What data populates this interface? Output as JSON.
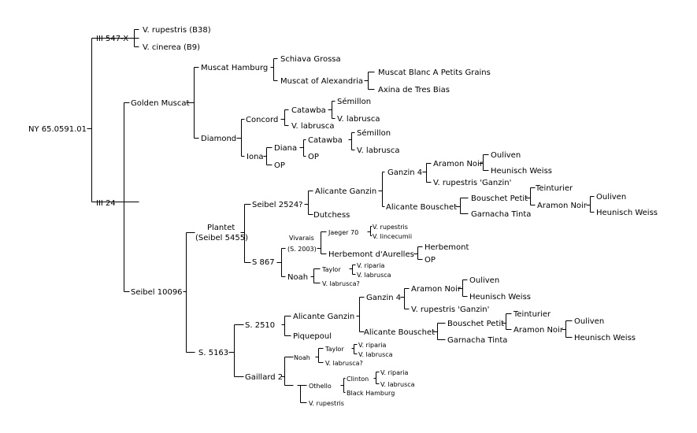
{
  "diagram": {
    "type": "pedigree-tree",
    "nodes": {
      "root": "NY 65.0591.01",
      "iii547x": "III 547-X",
      "rupestris_b38": "V. rupestris (B38)",
      "cinerea_b9": "V. cinerea (B9)",
      "golden_muscat": "Golden Muscat",
      "muscat_hamburg": "Muscat Hamburg",
      "schiava_grossa": "Schiava Grossa",
      "muscat_alexandria": "Muscat of Alexandria",
      "muscat_blanc": "Muscat Blanc A Petits Grains",
      "axina": "Axina de Tres Bias",
      "diamond": "Diamond",
      "concord": "Concord",
      "catawba1": "Catawba",
      "semillon1": "Sémillon",
      "labrusca1": "V. labrusca",
      "labrusca2": "V. labrusca",
      "iona": "Iona",
      "diana": "Diana",
      "catawba2": "Catawba",
      "semillon2": "Sémillon",
      "labrusca3": "V. labrusca",
      "op1": "OP",
      "op2": "OP",
      "iii24": "III 24",
      "plantet_l1": "Plantet",
      "plantet_l2": "(Seibel 5455)",
      "seibel2524": "Seibel 2524?",
      "alicante_ganzin1": "Alicante Ganzin",
      "ganzin4_1": "Ganzin 4",
      "aramon_noir1": "Aramon Noir",
      "ouliven1": "Ouliven",
      "heunisch1": "Heunisch Weiss",
      "rupestris_ganzin1": "V. rupestris 'Ganzin'",
      "alicante_bouschet1": "Alicante Bouschet",
      "bouschet_petit1": "Bouschet Petit",
      "teinturier1": "Teinturier",
      "aramon_noir2": "Aramon Noir",
      "ouliven2": "Ouliven",
      "heunisch2": "Heunisch Weiss",
      "garnacha1": "Garnacha Tinta",
      "dutchess": "Dutchess",
      "s867": "S 867",
      "vivarais_l1": "Vivarais",
      "vivarais_l2": "(S. 2003)",
      "jaeger70": "Jaeger 70",
      "rupestris2": "V. rupestris",
      "lincecumii": "V. lincecumii",
      "herbemont_aurelles": "Herbemont d'Aurelles",
      "herbemont": "Herbemont",
      "op3": "OP",
      "noah1": "Noah",
      "taylor1": "Taylor",
      "riparia1": "V. riparia",
      "labrusca4": "V. labrusca",
      "labrusca_q1": "V. labrusca?",
      "seibel10096": "Seibel 10096",
      "s5163": "S. 5163",
      "s2510": "S. 2510",
      "alicante_ganzin2": "Alicante Ganzin",
      "ganzin4_2": "Ganzin 4",
      "aramon_noir3": "Aramon Noir",
      "ouliven3": "Ouliven",
      "heunisch3": "Heunisch Weiss",
      "rupestris_ganzin2": "V. rupestris 'Ganzin'",
      "alicante_bouschet2": "Alicante Bouschet",
      "bouschet_petit2": "Bouschet Petit",
      "teinturier2": "Teinturier",
      "aramon_noir4": "Aramon Noir",
      "ouliven4": "Ouliven",
      "heunisch4": "Heunisch Weiss",
      "garnacha2": "Garnacha Tinta",
      "piquepoul": "Piquepoul",
      "gaillard2": "Gaillard 2",
      "noah2": "Noah",
      "taylor2": "Taylor",
      "riparia2": "V. riparia",
      "labrusca5": "V. labrusca",
      "labrusca_q2": "V. labrusca?",
      "othello": "Othello",
      "clinton": "Clinton",
      "riparia3": "V. riparia",
      "labrusca6": "V. labrusca",
      "black_hamburg": "Black Hamburg",
      "rupestris3": "V. rupestris"
    }
  }
}
